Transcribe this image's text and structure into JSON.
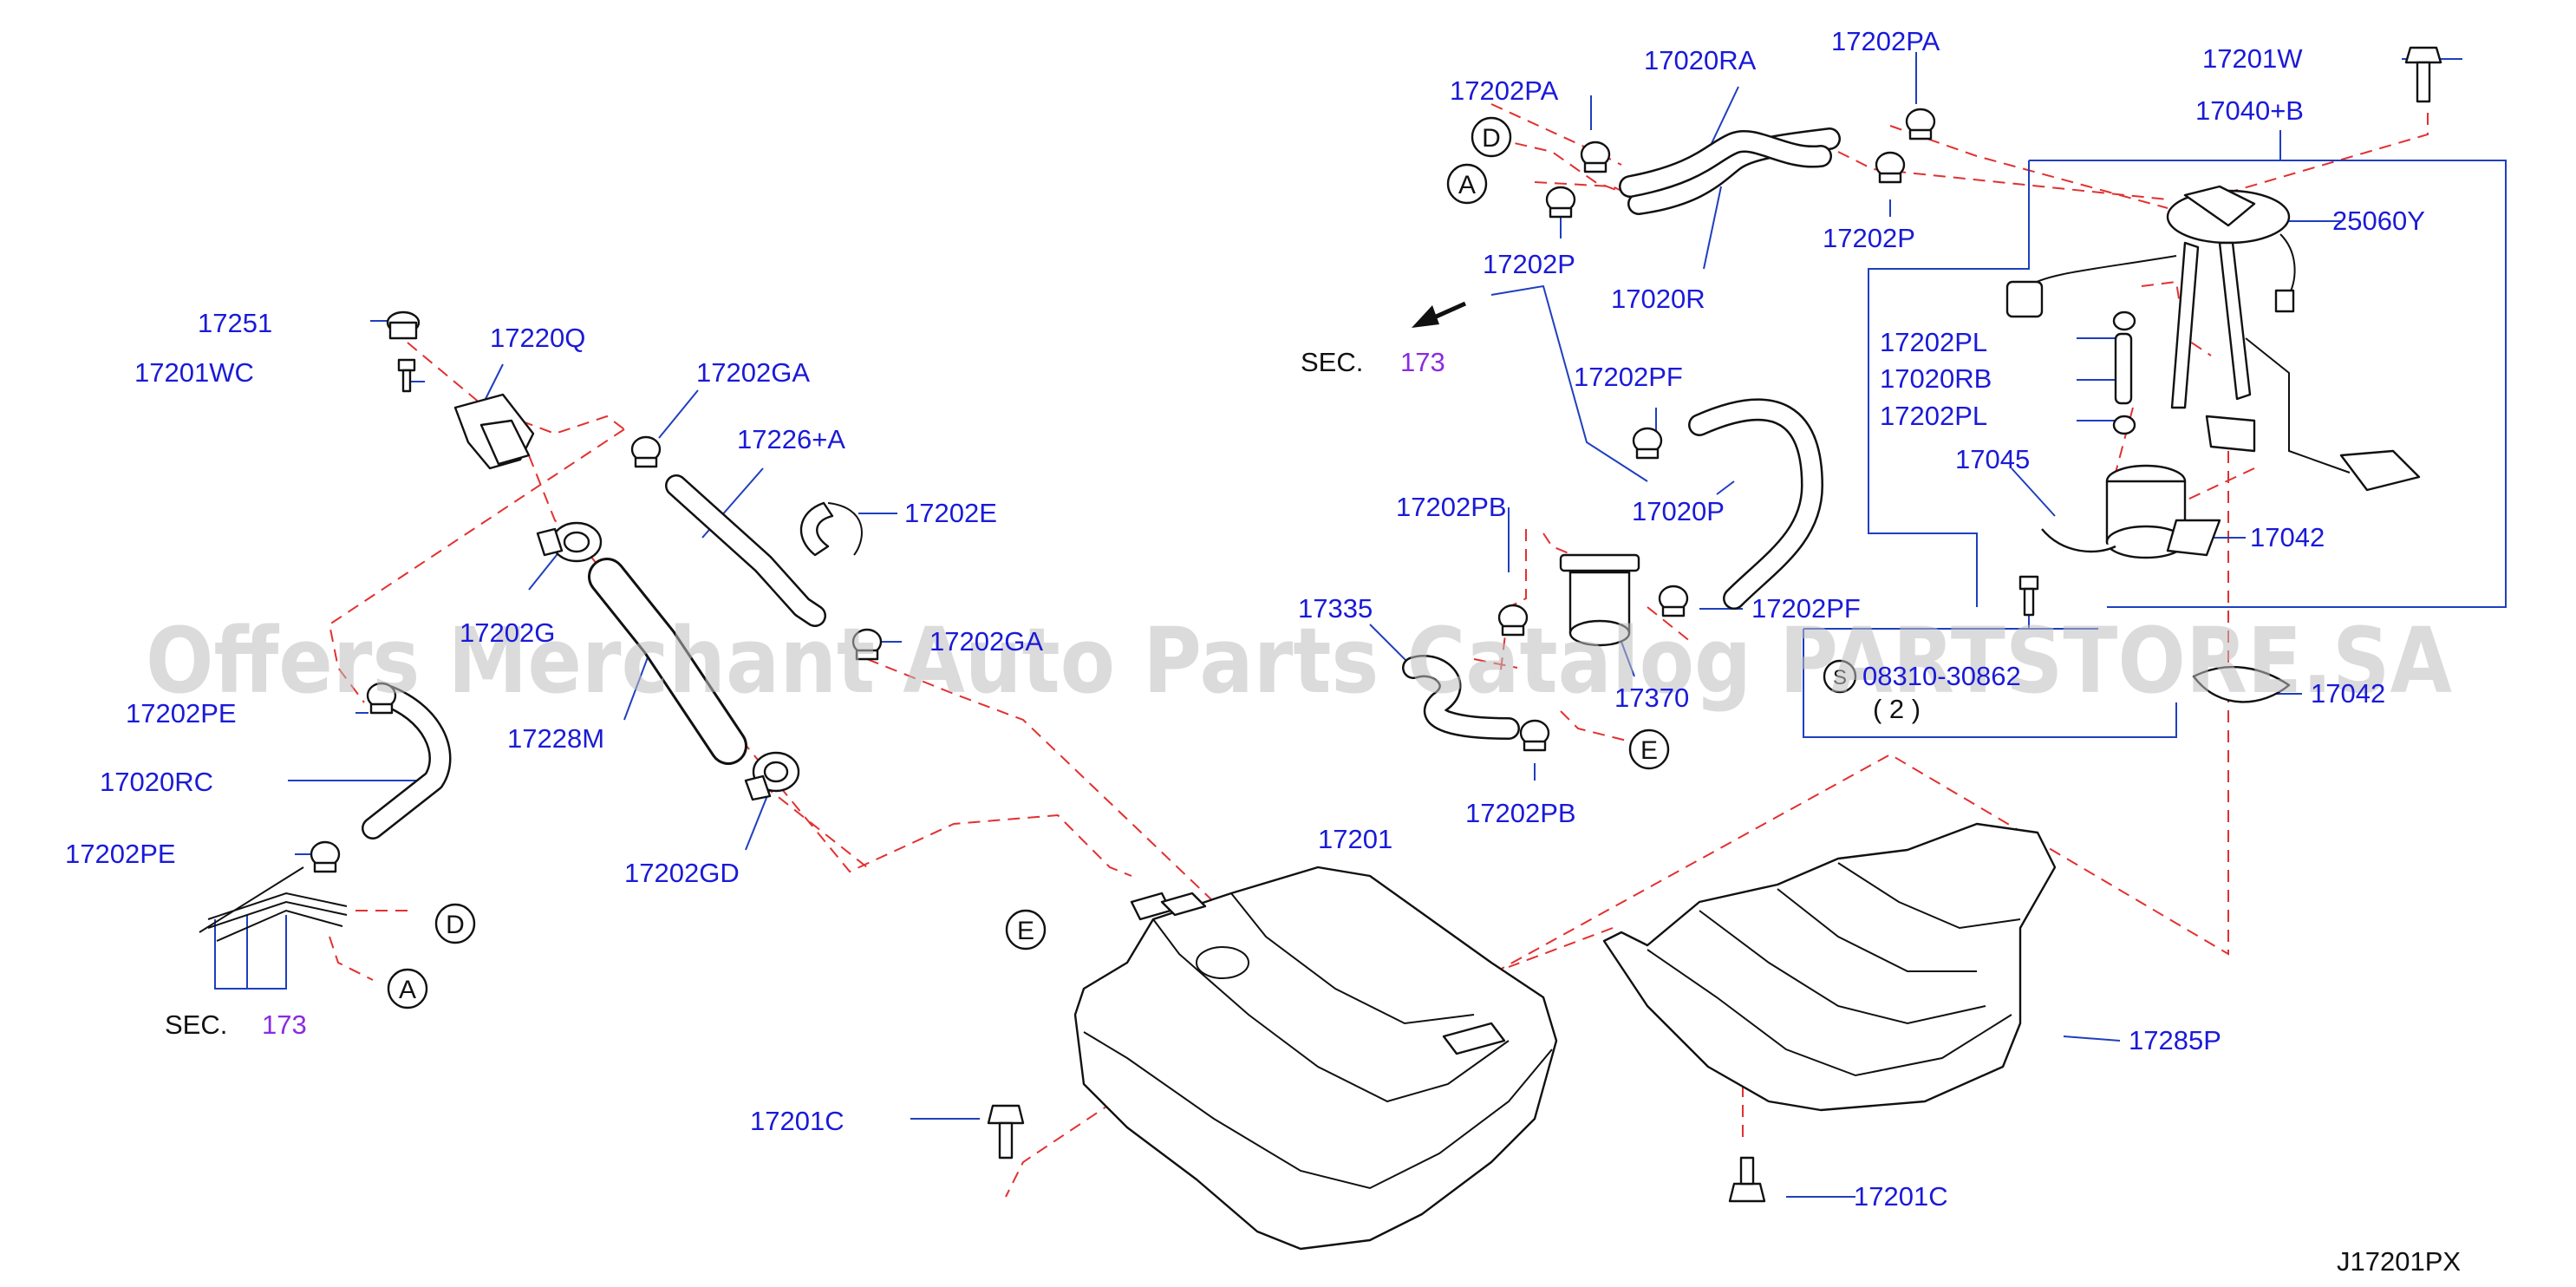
{
  "labels": {
    "p17202PA_left": "17202PA",
    "p17020RA": "17020RA",
    "p17202PA_right": "17202PA",
    "p17201W": "17201W",
    "p17040B": "17040+B",
    "p25060Y": "25060Y",
    "p17202P_left": "17202P",
    "p17020R": "17020R",
    "p17202P_right": "17202P",
    "p17251": "17251",
    "p17220Q": "17220Q",
    "p17201WC": "17201WC",
    "p17202GA_top": "17202GA",
    "p17226A": "17226+A",
    "p17202E": "17202E",
    "p17202PF_top": "17202PF",
    "p17020P": "17020P",
    "p17202PL_top": "17202PL",
    "p17020RB": "17020RB",
    "p17202PL_bot": "17202PL",
    "p17045": "17045",
    "p17042_top": "17042",
    "p17202PB_top": "17202PB",
    "p17202PF_bot": "17202PF",
    "p17335": "17335",
    "p17370": "17370",
    "p08310": "08310-30862",
    "p08310_qty": "( 2 )",
    "p17042_bot": "17042",
    "p17202G": "17202G",
    "p17202GA_bot": "17202GA",
    "p17202PE_top": "17202PE",
    "p17228M": "17228M",
    "p17020RC": "17020RC",
    "p17202PB_bot": "17202PB",
    "p17202PE_bot": "17202PE",
    "p17202GD": "17202GD",
    "p17201": "17201",
    "p17285P": "17285P",
    "p17201C_left": "17201C",
    "p17201C_right": "17201C"
  },
  "sec_refs": {
    "upper_prefix": "SEC.",
    "upper_num": "173",
    "lower_prefix": "SEC.",
    "lower_num": "173"
  },
  "callouts": {
    "D_top": "D",
    "A_top": "A",
    "D_left": "D",
    "A_left": "A",
    "E_right": "E",
    "E_tank": "E",
    "S_bolt": "S"
  },
  "watermark": "Offers Merchant Auto Parts Catalog PARTSTORE.SA",
  "diagram_code": "J17201PX",
  "colors": {
    "label": "#1a1ad8",
    "section_number": "#8a2be2",
    "leader": "#1f3fbf",
    "dashed_link": "#e23030"
  }
}
